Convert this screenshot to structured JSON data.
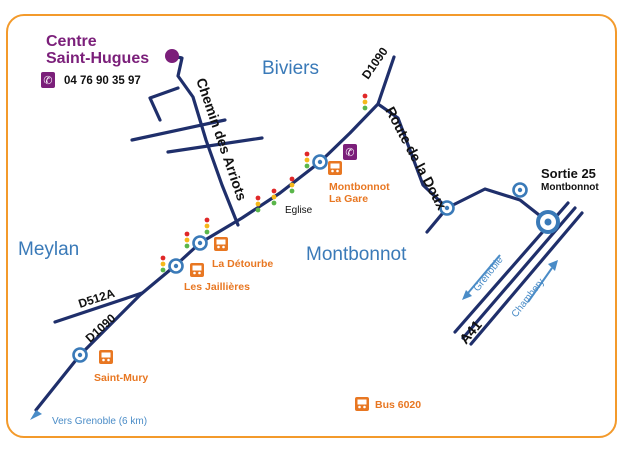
{
  "centre": {
    "name_line1": "Centre",
    "name_line2": "Saint-Hugues",
    "phone": "04 76 90 35 97",
    "color": "#7b1f7a"
  },
  "places": {
    "biviers": "Biviers",
    "meylan": "Meylan",
    "montbonnot": "Montbonnot",
    "eglise": "Eglise"
  },
  "roads": {
    "chemin_des_arriots": "Chemin des Arriots",
    "route_de_la_doux": "Route de la Doux",
    "d1090_top": "D1090",
    "d1090_bottom": "D1090",
    "d512a": "D512A",
    "a41": "A41"
  },
  "bus_stops": {
    "saint_mury": "Saint-Mury",
    "jaillieres": "Les Jaillières",
    "detourbe": "La Détourbe",
    "gare_line1": "Montbonnot",
    "gare_line2": "La Gare"
  },
  "exit": {
    "title": "Sortie 25",
    "subtitle": "Montbonnot"
  },
  "directions": {
    "vers_grenoble": "Vers Grenoble (6 km)",
    "grenoble": "Grenoble",
    "chambery": "Chambery"
  },
  "legend": {
    "bus_label": "Bus 6020"
  },
  "colors": {
    "road": "#1f2f6b",
    "bus": "#e87722",
    "frame": "#f39a2b",
    "place_label": "#3a7ab8",
    "roundabout": "#3a7ab8",
    "direction": "#4a8cc7"
  }
}
